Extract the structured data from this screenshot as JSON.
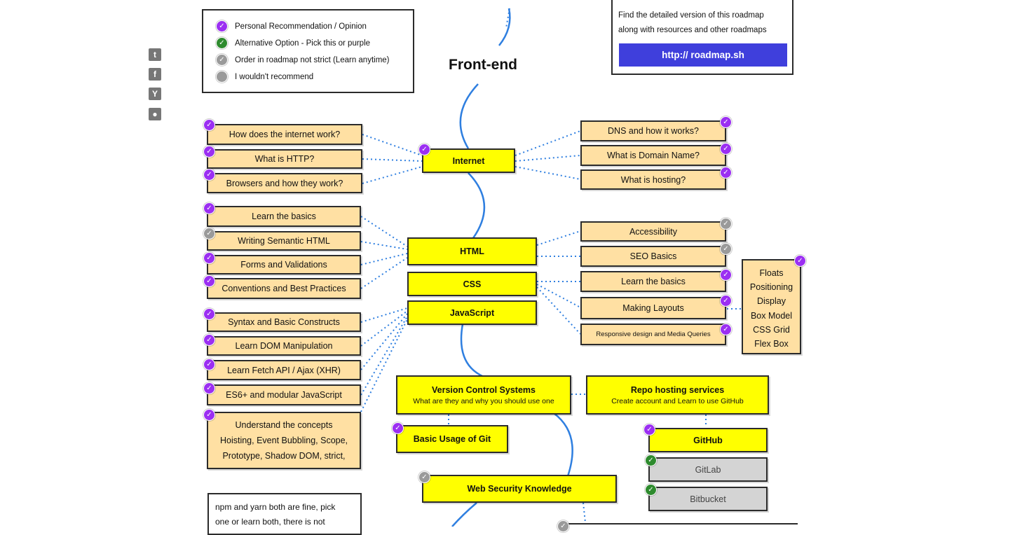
{
  "share": {
    "twitter": "twitter-icon",
    "facebook": "facebook-icon",
    "hackernews": "Y",
    "reddit": "reddit-icon"
  },
  "legend": {
    "personal": "Personal Recommendation / Opinion",
    "alternative": "Alternative Option - Pick this or purple",
    "order": "Order in roadmap not strict (Learn anytime)",
    "not_recommend": "I wouldn't recommend"
  },
  "info": {
    "line1": "Find the detailed version of this roadmap",
    "line2": "along with resources and other roadmaps",
    "link": "http:// roadmap.sh"
  },
  "title": "Front-end",
  "nodes": {
    "internet": "Internet",
    "html": "HTML",
    "css": "CSS",
    "javascript": "JavaScript",
    "vcs_title": "Version Control Systems",
    "vcs_sub": "What are they and why you should use one",
    "repo_title": "Repo hosting services",
    "repo_sub": "Create account and Learn to use GitHub",
    "git": "Basic Usage of Git",
    "github": "GitHub",
    "gitlab": "GitLab",
    "bitbucket": "Bitbucket",
    "security": "Web Security Knowledge"
  },
  "internet_left": [
    "How does the internet work?",
    "What is HTTP?",
    "Browsers and how they work?"
  ],
  "internet_right": [
    "DNS and how it works?",
    "What is Domain Name?",
    "What is hosting?"
  ],
  "html_left": [
    "Learn the basics",
    "Writing Semantic HTML",
    "Forms and Validations",
    "Conventions and Best Practices"
  ],
  "css_right": [
    "Accessibility",
    "SEO Basics",
    "Learn the basics",
    "Making Layouts",
    "Responsive design and Media Queries"
  ],
  "layouts": [
    "Floats",
    "Positioning",
    "Display",
    "Box Model",
    "CSS Grid",
    "Flex Box"
  ],
  "js_left": [
    "Syntax and Basic Constructs",
    "Learn DOM Manipulation",
    "Learn Fetch API / Ajax (XHR)",
    "ES6+ and modular JavaScript"
  ],
  "concepts": [
    "Understand the concepts",
    "Hoisting, Event Bubbling, Scope,",
    "Prototype, Shadow DOM, strict,"
  ],
  "npm_note": [
    "npm and yarn both are fine, pick",
    "one or learn both, there is not"
  ],
  "colors": {
    "beige": "#ffe0a3",
    "yellow": "#ffff00",
    "purple": "#9b2ff2",
    "green": "#2e8b2e",
    "grey": "#9a9a9a",
    "link_bg": "#3f3fdc",
    "path": "#2f7fe0"
  }
}
